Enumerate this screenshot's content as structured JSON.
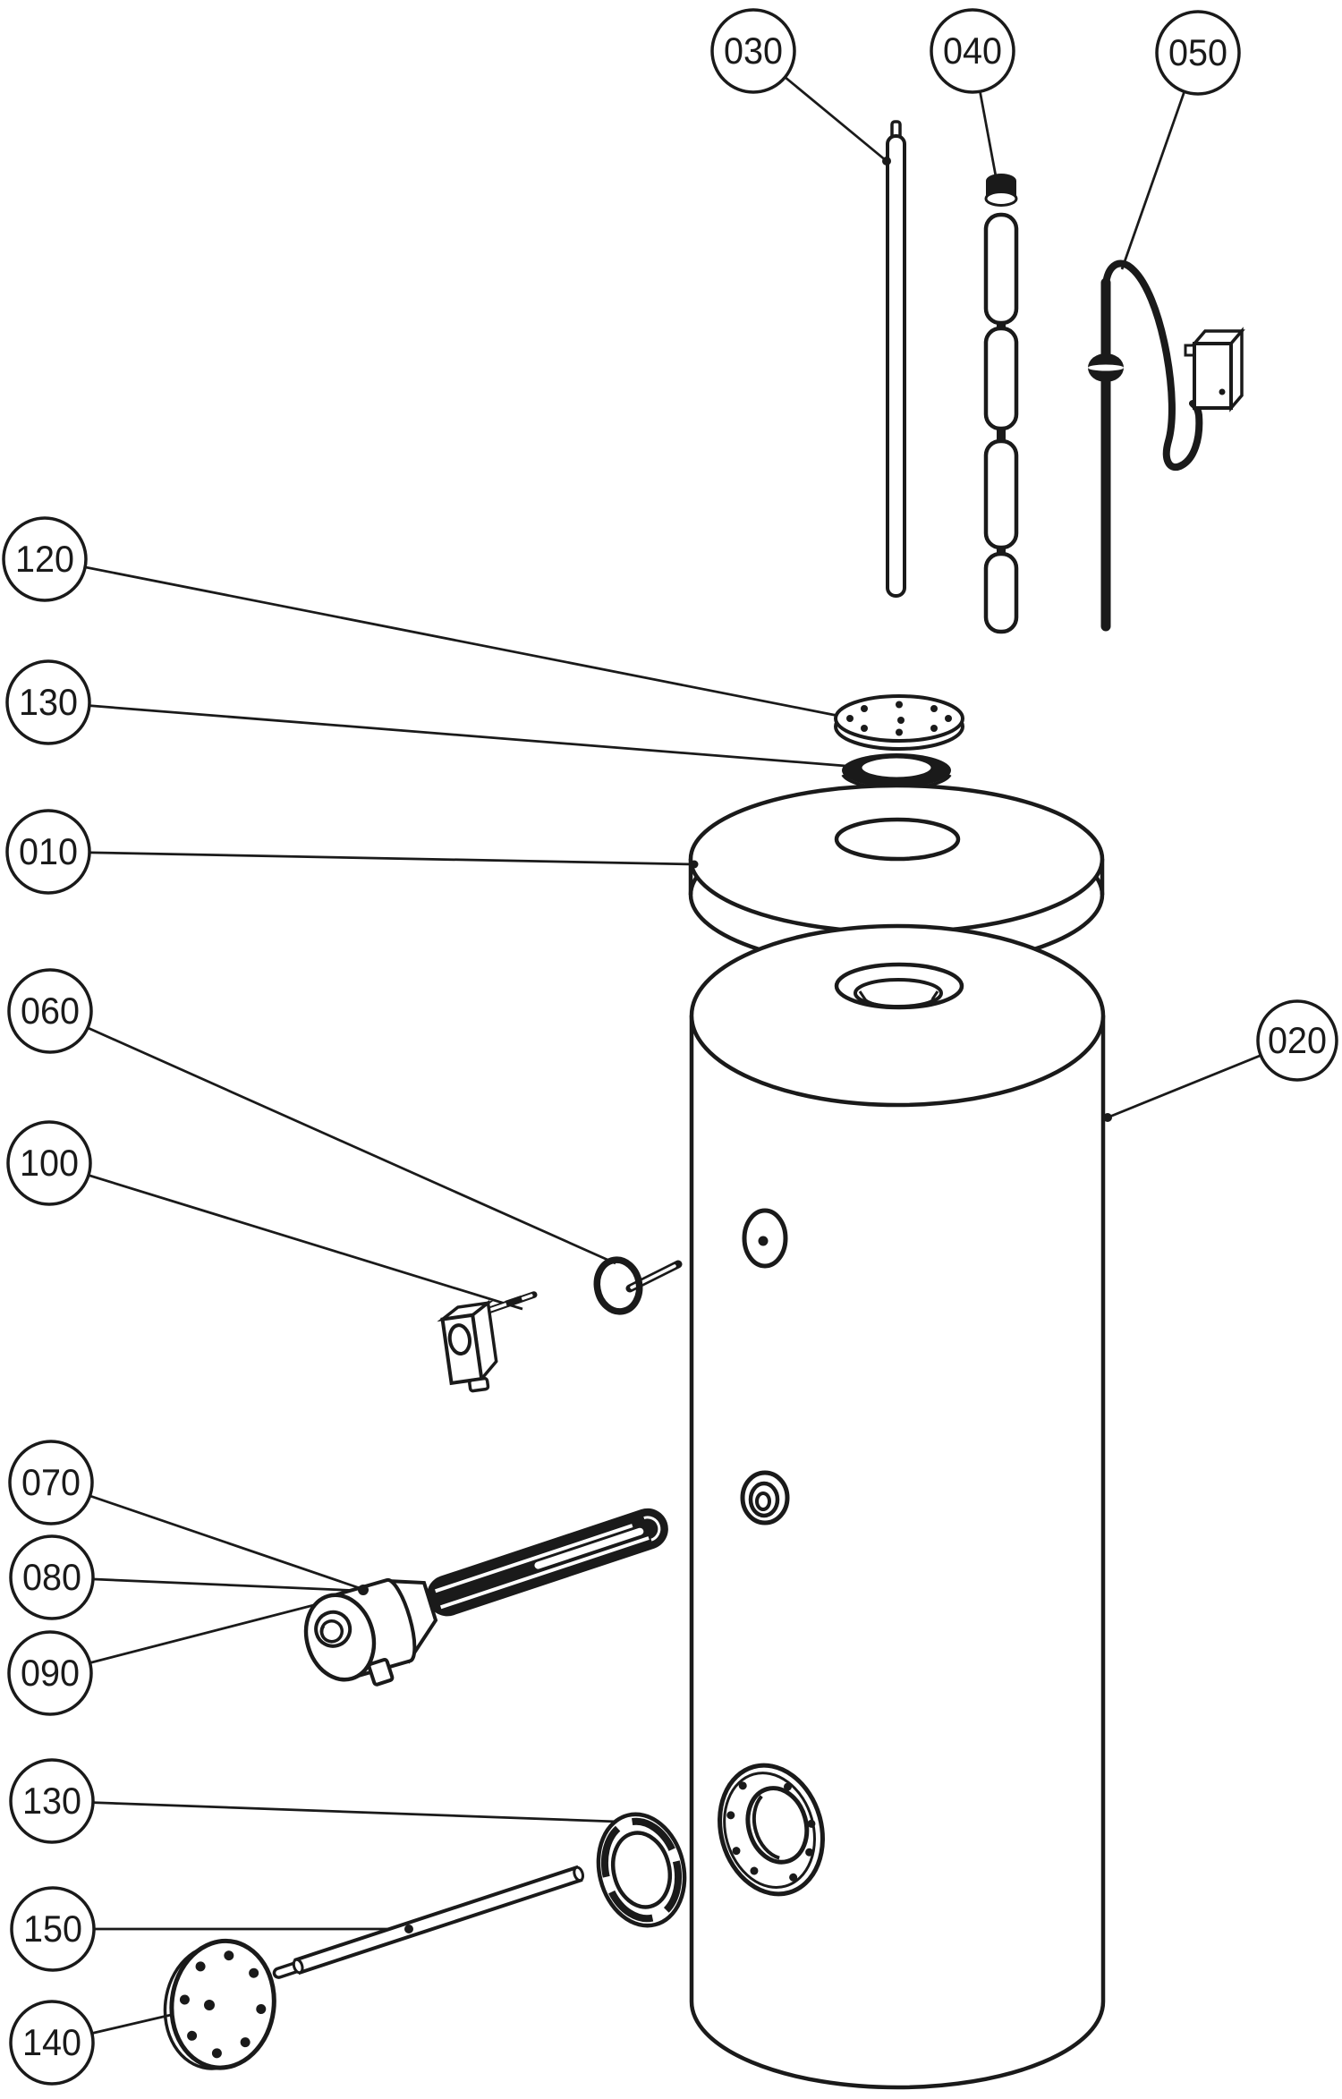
{
  "diagram": {
    "kind": "exploded-parts-diagram",
    "background_color": "#ffffff",
    "line_color": "#1a1a1a",
    "callouts": {
      "c030": "030",
      "c040": "040",
      "c050": "050",
      "c120": "120",
      "c130a": "130",
      "c010": "010",
      "c060": "060",
      "c100": "100",
      "c020": "020",
      "c070": "070",
      "c080": "080",
      "c090": "090",
      "c130b": "130",
      "c150": "150",
      "c140": "140"
    }
  }
}
